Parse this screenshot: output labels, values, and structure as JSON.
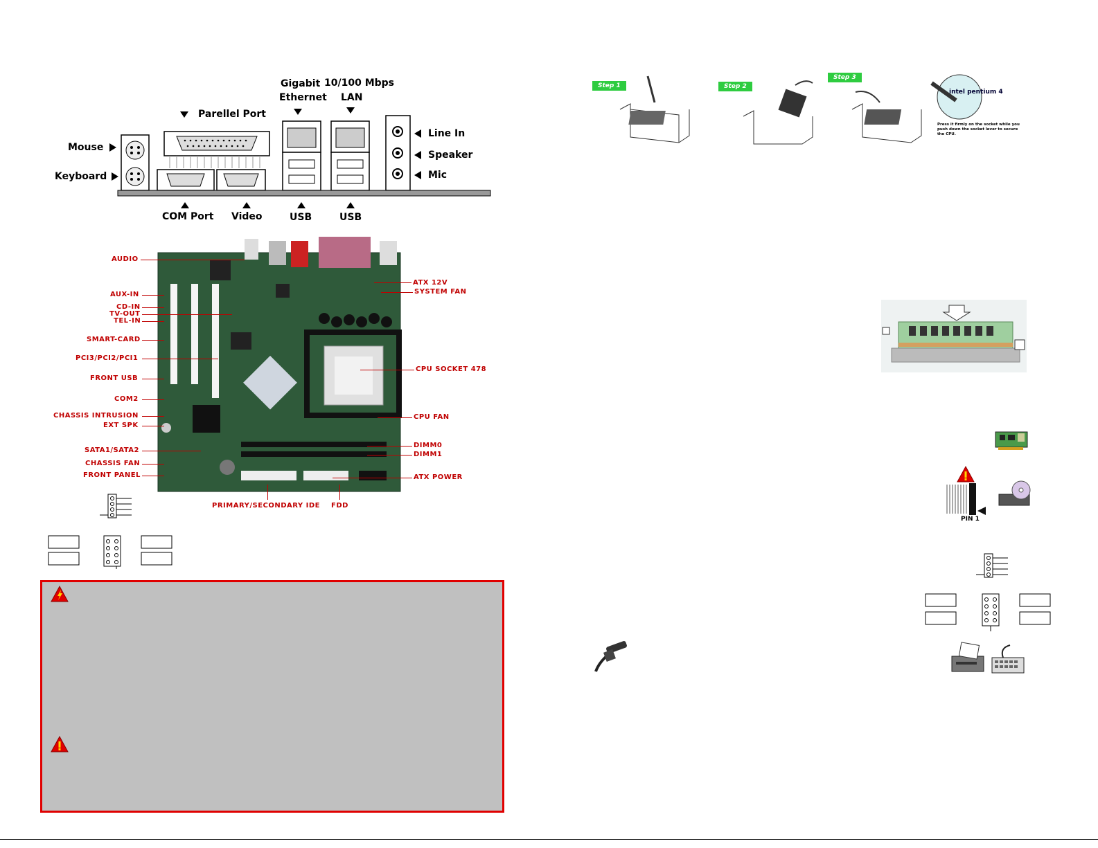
{
  "io_panel": {
    "mouse": "Mouse",
    "keyboard": "Keyboard",
    "parallel": "Parellel Port",
    "gigabit_line1": "Gigabit",
    "gigabit_line2": "Ethernet",
    "lan_line1": "10/100 Mbps",
    "lan_line2": "LAN",
    "line_in": "Line In",
    "speaker": "Speaker",
    "mic": "Mic",
    "com_port": "COM Port",
    "video": "Video",
    "usb1": "USB",
    "usb2": "USB"
  },
  "board_labels": {
    "audio": "AUDIO",
    "aux_in": "AUX-IN",
    "cd_in": "CD-IN",
    "tv_out": "TV-OUT",
    "tel_in": "TEL-IN",
    "smart_card": "SMART-CARD",
    "pci": "PCI3/PCI2/PCI1",
    "front_usb": "FRONT USB",
    "com2": "COM2",
    "chassis_intrusion": "CHASSIS INTRUSION",
    "ext_spk": "EXT SPK",
    "sata": "SATA1/SATA2",
    "chassis_fan": "CHASSIS FAN",
    "front_panel": "FRONT PANEL",
    "atx12v": "ATX 12V",
    "system_fan": "SYSTEM FAN",
    "cpu_socket": "CPU SOCKET 478",
    "cpu_fan": "CPU FAN",
    "dimm0": "DIMM0",
    "dimm1": "DIMM1",
    "atx_power": "ATX POWER",
    "ide": "PRIMARY/SECONDARY IDE",
    "fdd": "FDD"
  },
  "cpu_steps": {
    "step1": "Step 1",
    "step2": "Step 2",
    "step3": "Step 3",
    "intel_logo": "intel pentium 4",
    "note": "Press it firmly on the socket while you push down the socket lever to secure the CPU."
  },
  "ide_pin": "PIN 1",
  "colors": {
    "label_red": "#c00000",
    "warning_border": "#e00000",
    "warning_bg": "#c0c0c0",
    "step_green": "#2ecc40",
    "board_green": "#2f5a3a"
  }
}
